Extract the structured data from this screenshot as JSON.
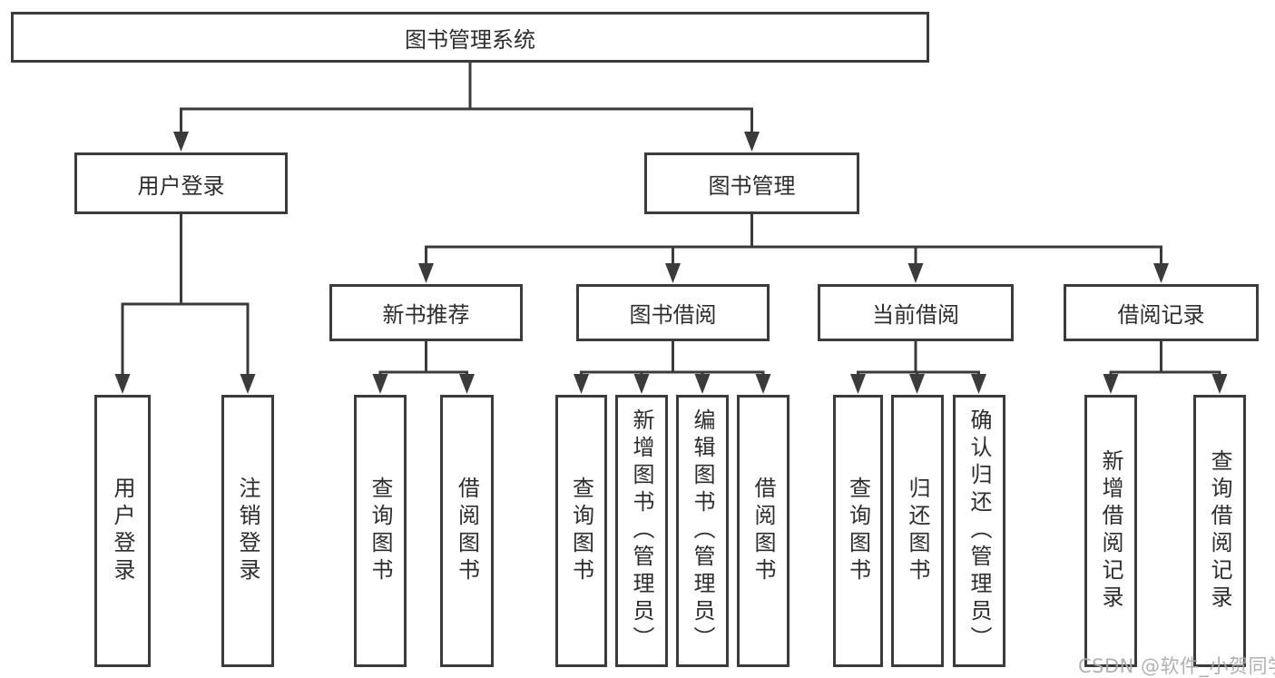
{
  "nodes": {
    "root": "图书管理系统",
    "l2": [
      "用户登录",
      "图书管理"
    ],
    "l3": [
      "新书推荐",
      "图书借阅",
      "当前借阅",
      "借阅记录"
    ],
    "leaves_user_login": [
      "用户登录",
      "注销登录"
    ],
    "leaves_new_books": [
      "查询图书",
      "借阅图书"
    ],
    "leaves_book_borrow": [
      "查询图书",
      "新增图书（管理员）",
      "编辑图书（管理员）",
      "借阅图书"
    ],
    "leaves_current_borrow": [
      "查询图书",
      "归还图书",
      "确认归还（管理员）"
    ],
    "leaves_borrow_records": [
      "新增借阅记录",
      "查询借阅记录"
    ]
  },
  "hierarchy": {
    "图书管理系统": [
      "用户登录",
      "图书管理"
    ],
    "用户登录": [
      "用户登录",
      "注销登录"
    ],
    "图书管理": [
      "新书推荐",
      "图书借阅",
      "当前借阅",
      "借阅记录"
    ],
    "新书推荐": [
      "查询图书",
      "借阅图书"
    ],
    "图书借阅": [
      "查询图书",
      "新增图书（管理员）",
      "编辑图书（管理员）",
      "借阅图书"
    ],
    "当前借阅": [
      "查询图书",
      "归还图书",
      "确认归还（管理员）"
    ],
    "借阅记录": [
      "新增借阅记录",
      "查询借阅记录"
    ]
  },
  "watermark": "CSDN @软件_小贺同学",
  "colors": {
    "line": "#3b3b3b",
    "text": "#2d2d2d",
    "watermark": "#a8aaac",
    "background": "#ffffff"
  }
}
